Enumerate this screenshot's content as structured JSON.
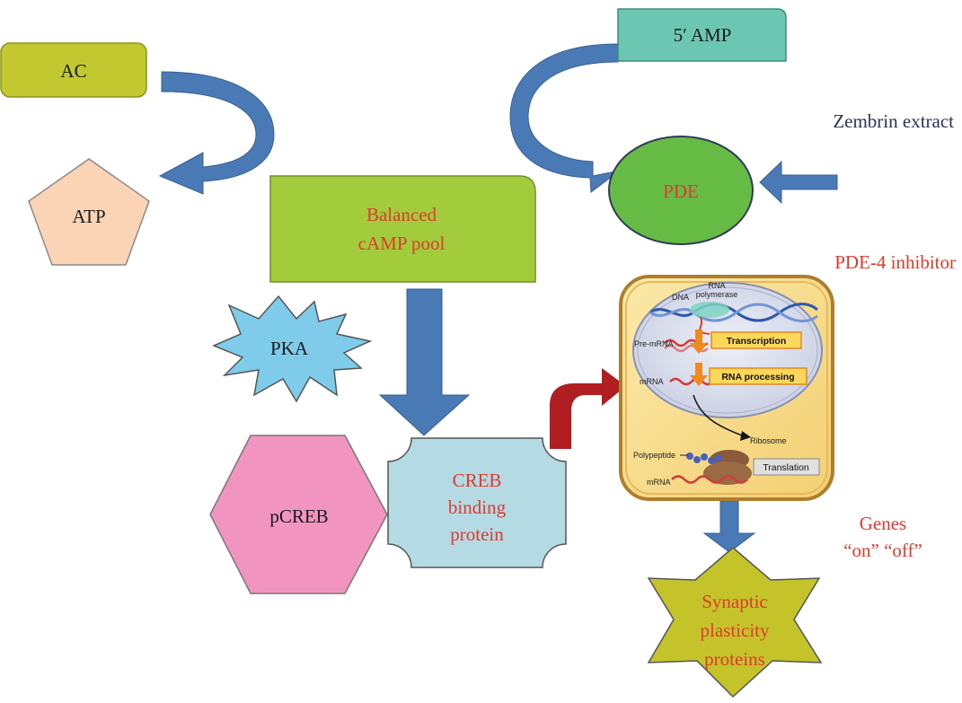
{
  "colors": {
    "arrow_blue": "#4a7ab5",
    "arrow_red": "#b01e22",
    "ac_fill": "#c2c82f",
    "atp_fill": "#fbd4b6",
    "amp_fill": "#6cc7b2",
    "pde_fill": "#66bb44",
    "pool_fill": "#a3cc3c",
    "pka_fill": "#7fcbea",
    "pcreb_fill": "#f195c0",
    "cbp_fill": "#b4dbe3",
    "star_fill": "#c4c42a",
    "red_text": "#e03a2f",
    "navy_text": "#2c2f5a",
    "black_text": "#1a1a1a"
  },
  "nodes": {
    "ac": "AC",
    "atp": "ATP",
    "amp": "5′ AMP",
    "pde": "PDE",
    "pool_line1": "Balanced",
    "pool_line2": "cAMP pool",
    "pka": "PKA",
    "pcreb": "pCREB",
    "cbp_line1": "CREB",
    "cbp_line2": "binding",
    "cbp_line3": "protein",
    "star_line1": "Synaptic",
    "star_line2": "plasticity",
    "star_line3": "proteins"
  },
  "annotations": {
    "zembrin": "Zembrin extract",
    "pde4": "PDE-4 inhibitor",
    "genes_line1": "Genes",
    "genes_line2": "“on” “off”"
  },
  "cell": {
    "rna_line1": "RNA",
    "rna_line2": "polymerase",
    "dna": "DNA",
    "pre_mrna": "Pre-mRNA",
    "transcription": "Transcription",
    "mrna": "mRNA",
    "rna_processing": "RNA processing",
    "ribosome": "Ribosome",
    "polypeptide": "Polypeptide",
    "translation": "Translation",
    "mrna_bottom": "mRNA"
  },
  "icons": [
    "curved-arrow",
    "down-arrow",
    "left-arrow",
    "red-bent-arrow"
  ]
}
